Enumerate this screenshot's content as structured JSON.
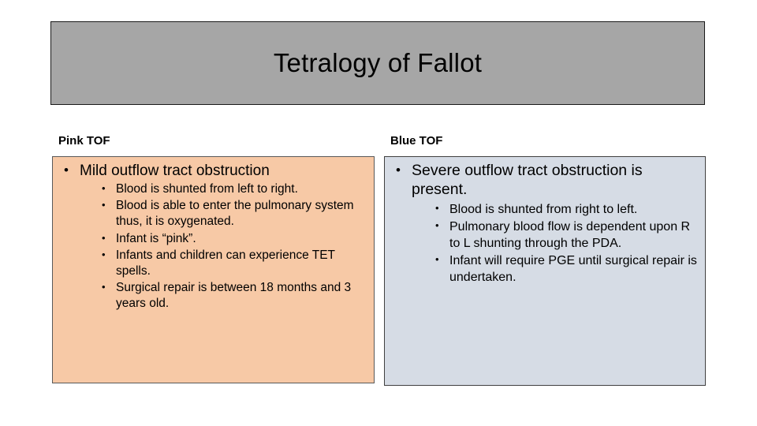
{
  "slide": {
    "title": "Tetralogy of Fallot",
    "background_color": "#ffffff",
    "banner_color": "#a6a6a6"
  },
  "columns": [
    {
      "heading": "Pink TOF",
      "box_color": "#f7c9a6",
      "main_bullet": "Mild outflow tract obstruction",
      "sub_bullets": [
        "Blood is shunted from left to right.",
        "Blood is able to enter the pulmonary system thus, it is oxygenated.",
        "Infant is “pink”.",
        "Infants and children can experience TET spells.",
        "Surgical repair is between 18 months and 3 years old."
      ]
    },
    {
      "heading": "Blue TOF",
      "box_color": "#d6dce5",
      "main_bullet": "Severe outflow tract obstruction is present.",
      "sub_bullets": [
        "Blood is shunted from right to left.",
        "Pulmonary blood flow is dependent upon R to L shunting through the PDA.",
        "Infant will require PGE until surgical repair is undertaken."
      ]
    }
  ]
}
